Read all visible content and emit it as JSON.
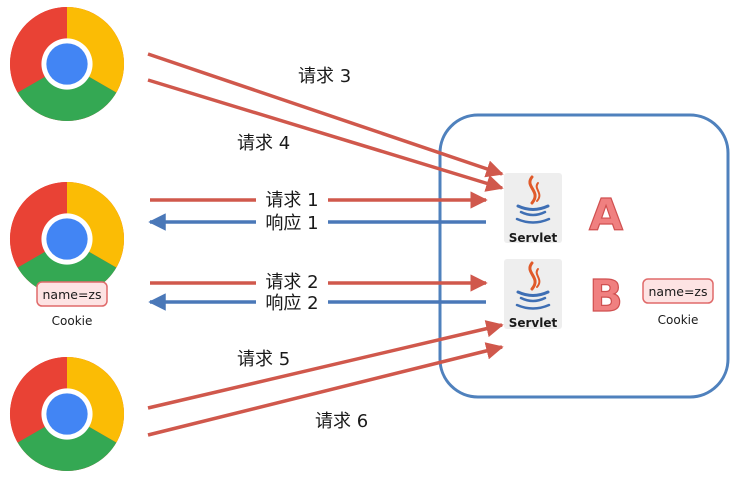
{
  "requests": {
    "r1": "请求 1",
    "r2": "请求 2",
    "r3": "请求 3",
    "r4": "请求 4",
    "r5": "请求 5",
    "r6": "请求 6"
  },
  "responses": {
    "p1": "响应 1",
    "p2": "响应 2"
  },
  "servlets": {
    "a_label": "Servlet",
    "b_label": "Servlet",
    "a_letter": "A",
    "b_letter": "B"
  },
  "cookies": {
    "browser_value": "name=zs",
    "browser_caption": "Cookie",
    "server_value": "name=zs",
    "server_caption": "Cookie"
  },
  "colors": {
    "request_arrow": "#d0584c",
    "response_arrow": "#4a78b8",
    "server_box": "#4f81bd",
    "letter_fill": "#f08080",
    "cookie_bg": "#fde3e3",
    "cookie_border": "#e06a6a"
  }
}
